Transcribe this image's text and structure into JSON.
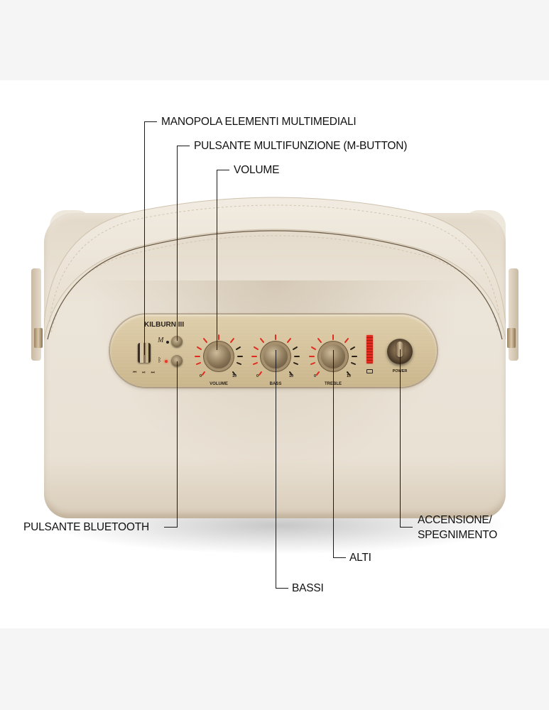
{
  "product": {
    "model_name": "KILBURN III",
    "m_logo": "M",
    "bluetooth_glyph": "ᛒ",
    "transport_glyphs": "⏮ ⏯ ⏭",
    "colors": {
      "body": "#e9e1d4",
      "plate": "#d8c59d",
      "led_red": "#e02b1e",
      "callout_line": "#1a1a1a",
      "page_bg": "#f5f5f5",
      "band_bg": "#ffffff"
    }
  },
  "panel": {
    "knobs": [
      {
        "id": "volume",
        "label": "VOLUME",
        "min": "0",
        "max": "10"
      },
      {
        "id": "bass",
        "label": "BASS",
        "min": "0",
        "max": "10"
      },
      {
        "id": "treble",
        "label": "TREBLE",
        "min": "0",
        "max": "10"
      }
    ],
    "power_label": "POWER"
  },
  "callouts": {
    "media_knob": "MANOPOLA ELEMENTI MULTIMEDIALI",
    "m_button": "PULSANTE MULTIFUNZIONE (M-BUTTON)",
    "volume": "VOLUME",
    "bluetooth": "PULSANTE BLUETOOTH",
    "bass": "BASSI",
    "treble": "ALTI",
    "power_line1": "ACCENSIONE/",
    "power_line2": "SPEGNIMENTO"
  }
}
